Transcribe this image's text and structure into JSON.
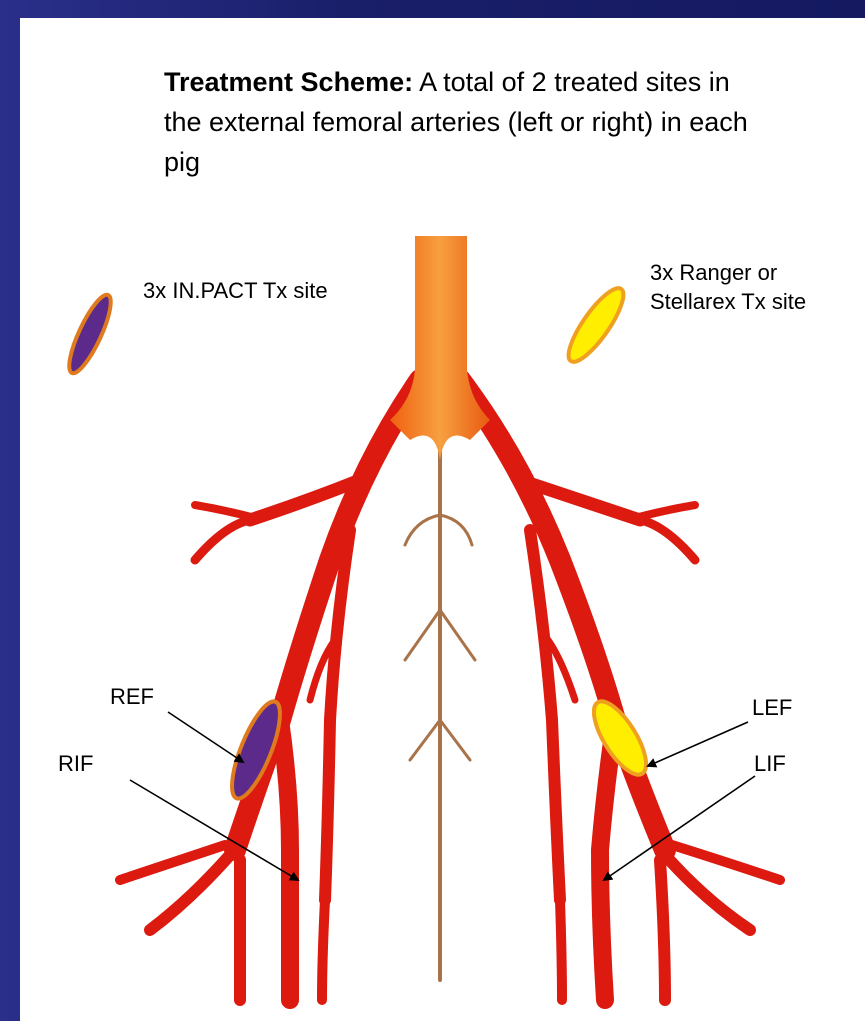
{
  "title": {
    "bold": "Treatment Scheme:",
    "rest": " A total of 2 treated sites in the external femoral arteries (left or right) in each pig"
  },
  "legend": {
    "inpact_label": "3x IN.PACT Tx site",
    "ranger_label": "3x Ranger or Stellarex Tx site"
  },
  "labels": {
    "ref": "REF",
    "rif": "RIF",
    "lef": "LEF",
    "lif": "LIF"
  },
  "colors": {
    "artery": "#dd1a10",
    "aorta": "#f27a16",
    "inpact_fill": "#5c2a8a",
    "inpact_border": "#e07a1e",
    "ranger_fill": "#ffee00",
    "ranger_border": "#f0a020",
    "branch": "#b07a50"
  }
}
